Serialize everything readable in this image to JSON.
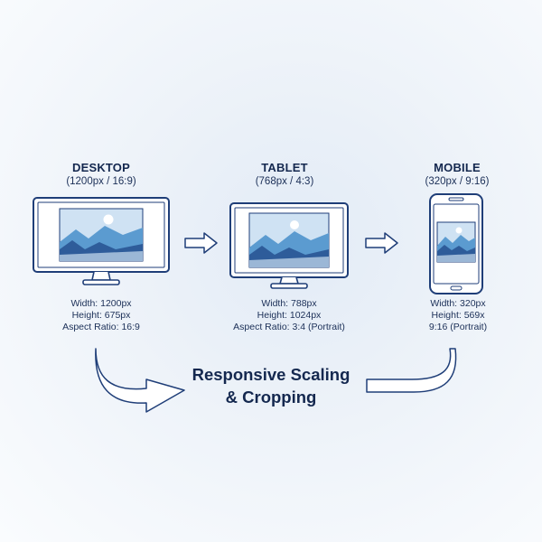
{
  "devices": {
    "desktop": {
      "title": "DESKTOP",
      "subtitle": "(1200px / 16:9)",
      "specs": [
        "Width: 1200px",
        "Height: 675px",
        "Aspect Ratio: 16:9"
      ]
    },
    "tablet": {
      "title": "TABLET",
      "subtitle": "(768px / 4:3)",
      "specs": [
        "Width: 788px",
        "Height: 1024px",
        "Aspect Ratio: 3:4 (Portrait)"
      ]
    },
    "mobile": {
      "title": "MOBILE",
      "subtitle": "(320px / 9:16)",
      "specs": [
        "Width: 320px",
        "Height: 569x",
        "9:16 (Portrait)"
      ]
    }
  },
  "caption": {
    "line1": "Responsive Scaling",
    "line2": "& Cropping"
  },
  "icons": {
    "monitor": "monitor-icon",
    "phone": "smartphone-icon",
    "image": "landscape-image-icon",
    "arrow": "right-arrow-icon"
  },
  "colors": {
    "outline": "#1f3e78",
    "mountain_back": "#5b9bd0",
    "mountain_front": "#2e5c9a",
    "sky": "#cfe2f3",
    "ground": "#9bb7d6",
    "sun": "#ffffff"
  }
}
